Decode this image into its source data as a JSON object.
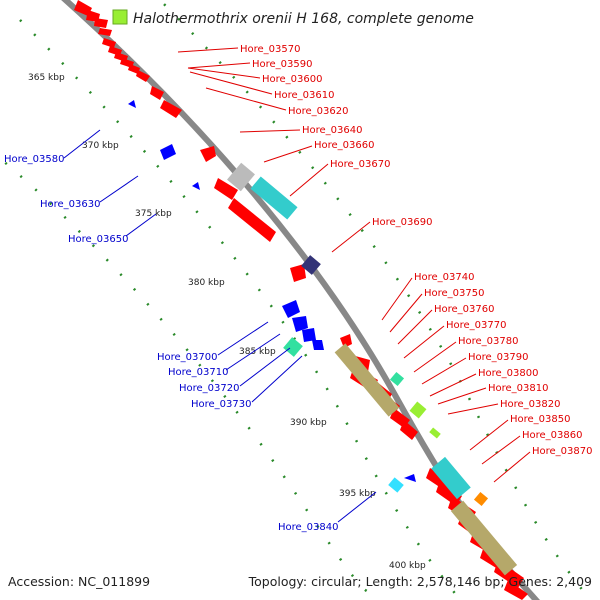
{
  "title": "Halothermothrix orenii H 168, complete genome",
  "footer": {
    "accession": "Accession: NC_011899",
    "summary": "Topology: circular; Length: 2,578,146 bp; Genes: 2,409"
  },
  "colors": {
    "backbone": "#888888",
    "forward_gene": "#ff0000",
    "reverse_gene": "#0000ff",
    "label_red": "#e00000",
    "label_blue": "#0000cc",
    "tick_green": "#2a8a2a",
    "olive_block": "#b5a86a",
    "cyan_block": "#33cccc",
    "purple_block": "#333377",
    "lime_block": "#99ee33",
    "orange_block": "#ff8c00",
    "teal_block": "#33e0a0"
  },
  "kbp_ticks": [
    "365 kbp",
    "370 kbp",
    "375 kbp",
    "380 kbp",
    "385 kbp",
    "390 kbp",
    "395 kbp",
    "400 kbp"
  ],
  "forward_labels": [
    "Hore_03570",
    "Hore_03590",
    "Hore_03600",
    "Hore_03610",
    "Hore_03620",
    "Hore_03640",
    "Hore_03660",
    "Hore_03670",
    "Hore_03690",
    "Hore_03740",
    "Hore_03750",
    "Hore_03760",
    "Hore_03770",
    "Hore_03780",
    "Hore_03790",
    "Hore_03800",
    "Hore_03810",
    "Hore_03820",
    "Hore_03850",
    "Hore_03860",
    "Hore_03870"
  ],
  "reverse_labels": [
    "Hore_03580",
    "Hore_03630",
    "Hore_03650",
    "Hore_03700",
    "Hore_03710",
    "Hore_03720",
    "Hore_03730",
    "Hore_03840"
  ]
}
